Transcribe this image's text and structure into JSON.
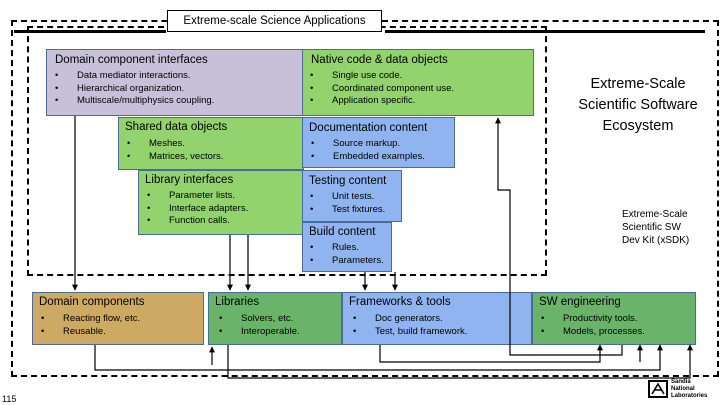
{
  "app_title": "Extreme-scale Science Applications",
  "ecosystem_title": "Extreme-Scale Scientific Software Ecosystem",
  "xsdk_label": "Extreme-Scale Scientific SW Dev Kit (xSDK)",
  "slide_number": "115",
  "logo_text": "Sandia National Laboratories",
  "domain_component_interfaces": {
    "title": "Domain component interfaces",
    "items": [
      "Data mediator interactions.",
      "Hierarchical organization.",
      "Multiscale/multiphysics coupling."
    ]
  },
  "native_code": {
    "title": "Native code & data objects",
    "items": [
      "Single use code.",
      "Coordinated component use.",
      "Application specific."
    ]
  },
  "shared_data_objects": {
    "title": "Shared data objects",
    "items": [
      "Meshes.",
      "Matrices, vectors."
    ]
  },
  "documentation_content": {
    "title": "Documentation content",
    "items": [
      "Source markup.",
      "Embedded examples."
    ]
  },
  "library_interfaces": {
    "title": "Library interfaces",
    "items": [
      "Parameter lists.",
      "Interface adapters.",
      "Function calls."
    ]
  },
  "testing_content": {
    "title": "Testing content",
    "items": [
      "Unit tests.",
      "Test fixtures."
    ]
  },
  "build_content": {
    "title": "Build content",
    "items": [
      "Rules.",
      "Parameters."
    ]
  },
  "domain_components": {
    "title": "Domain components",
    "items": [
      "Reacting flow, etc.",
      "Reusable."
    ]
  },
  "libraries": {
    "title": "Libraries",
    "items": [
      "Solvers, etc.",
      "Interoperable."
    ]
  },
  "frameworks_tools": {
    "title": "Frameworks & tools",
    "items": [
      "Doc generators.",
      "Test, build framework."
    ]
  },
  "sw_engineering": {
    "title": "SW engineering",
    "items": [
      "Productivity tools.",
      "Models, processes."
    ]
  },
  "colors": {
    "purple": "#c8bfd8",
    "green_light": "#92d36e",
    "green": "#6ab46a",
    "blue": "#8fb4f0",
    "gold": "#cdaa63",
    "line": "#000000"
  }
}
